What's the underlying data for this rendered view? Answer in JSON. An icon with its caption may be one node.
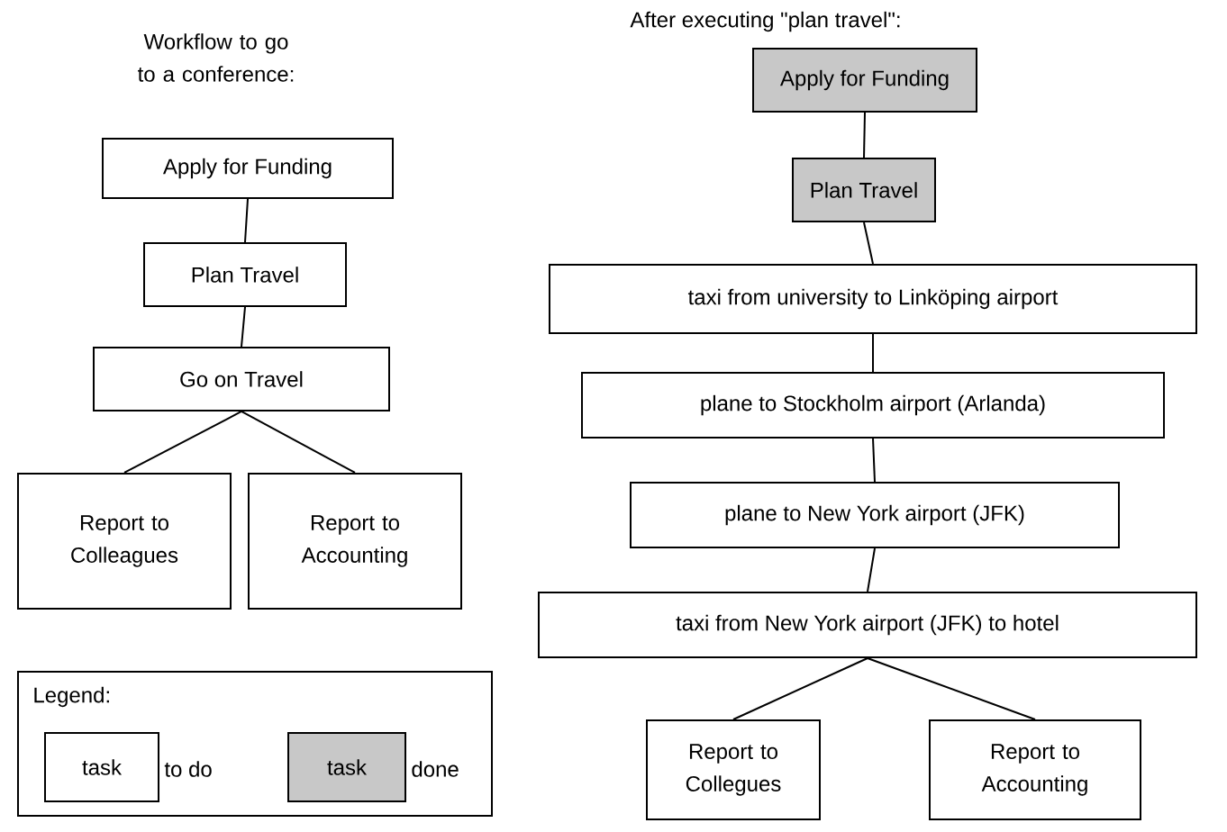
{
  "diagram": {
    "nodes": [
      {
        "text": [
          "Apply for Funding"
        ]
      },
      {
        "text": [
          "Plan Travel"
        ]
      },
      {
        "text": [
          "Go on Travel"
        ]
      },
      {
        "text": [
          "Report to Colleagues"
        ]
      },
      {
        "text": [
          "Report to Accounting"
        ]
      },
      {
        "text": [
          "Apply for Funding"
        ]
      },
      {
        "text": [
          "Plan Travel"
        ]
      },
      {
        "text": [
          "taxi from university to Linköping airport"
        ]
      },
      {
        "text": [
          "plane to Stockholm airport (Arlanda)"
        ]
      },
      {
        "text": [
          "plane to New York airport (JFK)"
        ]
      },
      {
        "text": [
          "taxi from New York airport (JFK) to hotel"
        ]
      },
      {
        "text": [
          "Report to Collegues"
        ]
      },
      {
        "text": [
          "Report to Accounting"
        ]
      }
    ],
    "edges": [
      {
        "from": 0,
        "to": 1,
        "arrow": "none"
      },
      {
        "from": 1,
        "to": 2,
        "arrow": "none"
      },
      {
        "from": 2,
        "to": 3,
        "arrow": "none"
      },
      {
        "from": 2,
        "to": 4,
        "arrow": "none"
      },
      {
        "from": 5,
        "to": 6,
        "arrow": "none"
      },
      {
        "from": 6,
        "to": 7,
        "arrow": "none"
      },
      {
        "from": 7,
        "to": 8,
        "arrow": "none"
      },
      {
        "from": 8,
        "to": 9,
        "arrow": "none"
      },
      {
        "from": 9,
        "to": 10,
        "arrow": "none"
      },
      {
        "from": 10,
        "to": 11,
        "arrow": "none"
      },
      {
        "from": 10,
        "to": 12,
        "arrow": "none"
      }
    ],
    "labels": [
      "Workflow to go to a conference:",
      "After executing \"plan travel\":",
      "Legend:",
      "task",
      "task"
    ],
    "legend": [
      {
        "text": "to do"
      },
      {
        "text": "done",
        "color": "#c8c8c8"
      }
    ]
  }
}
